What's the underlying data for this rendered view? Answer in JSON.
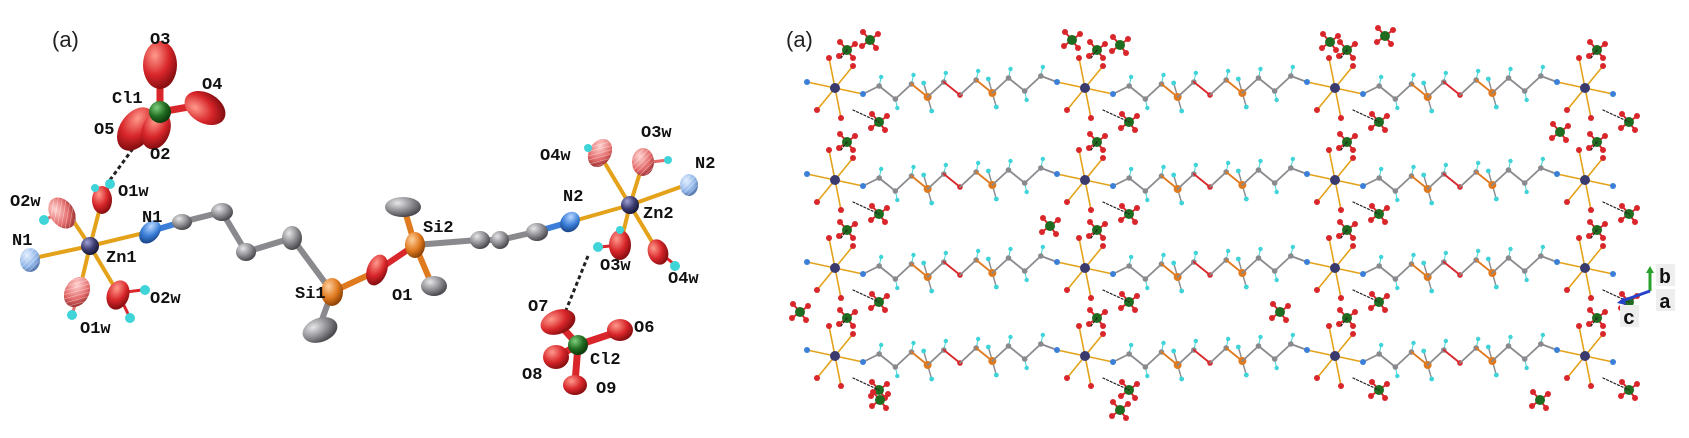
{
  "panels": {
    "left": {
      "tag": "(a)"
    },
    "right": {
      "tag": "(a)"
    }
  },
  "atom_labels": {
    "O3": "O3",
    "Cl1": "Cl1",
    "O4": "O4",
    "O5": "O5",
    "O2": "O2",
    "O1w_top": "O1w",
    "O2w_left": "O2w",
    "N1_right": "N1",
    "N1_left": "N1",
    "Zn1": "Zn1",
    "O1w_bottom": "O1w",
    "O2w_bottom": "O2w",
    "Si1": "Si1",
    "O1": "O1",
    "Si2": "Si2",
    "N2_mid": "N2",
    "O4w_top": "O4w",
    "O3w_top": "O3w",
    "N2_right": "N2",
    "Zn2": "Zn2",
    "O3w_bottom": "O3w",
    "O4w_bottom": "O4w",
    "O7": "O7",
    "O6": "O6",
    "O8": "O8",
    "Cl2": "Cl2",
    "O9": "O9"
  },
  "axes": {
    "b": "b",
    "a": "a",
    "c": "c"
  },
  "colors": {
    "zinc": "#3b3a6e",
    "chlorine": "#1f6b1f",
    "oxygen": "#d8262a",
    "oxygen_water": "#e36a6a",
    "nitrogen": "#3b7fd9",
    "silicon": "#e07a1f",
    "carbon": "#8a8a8e",
    "hydrogen": "#3fd4d8",
    "zn_bond": "#e3a21a",
    "axis_b": "#2aa12a",
    "axis_c": "#2743c9"
  }
}
